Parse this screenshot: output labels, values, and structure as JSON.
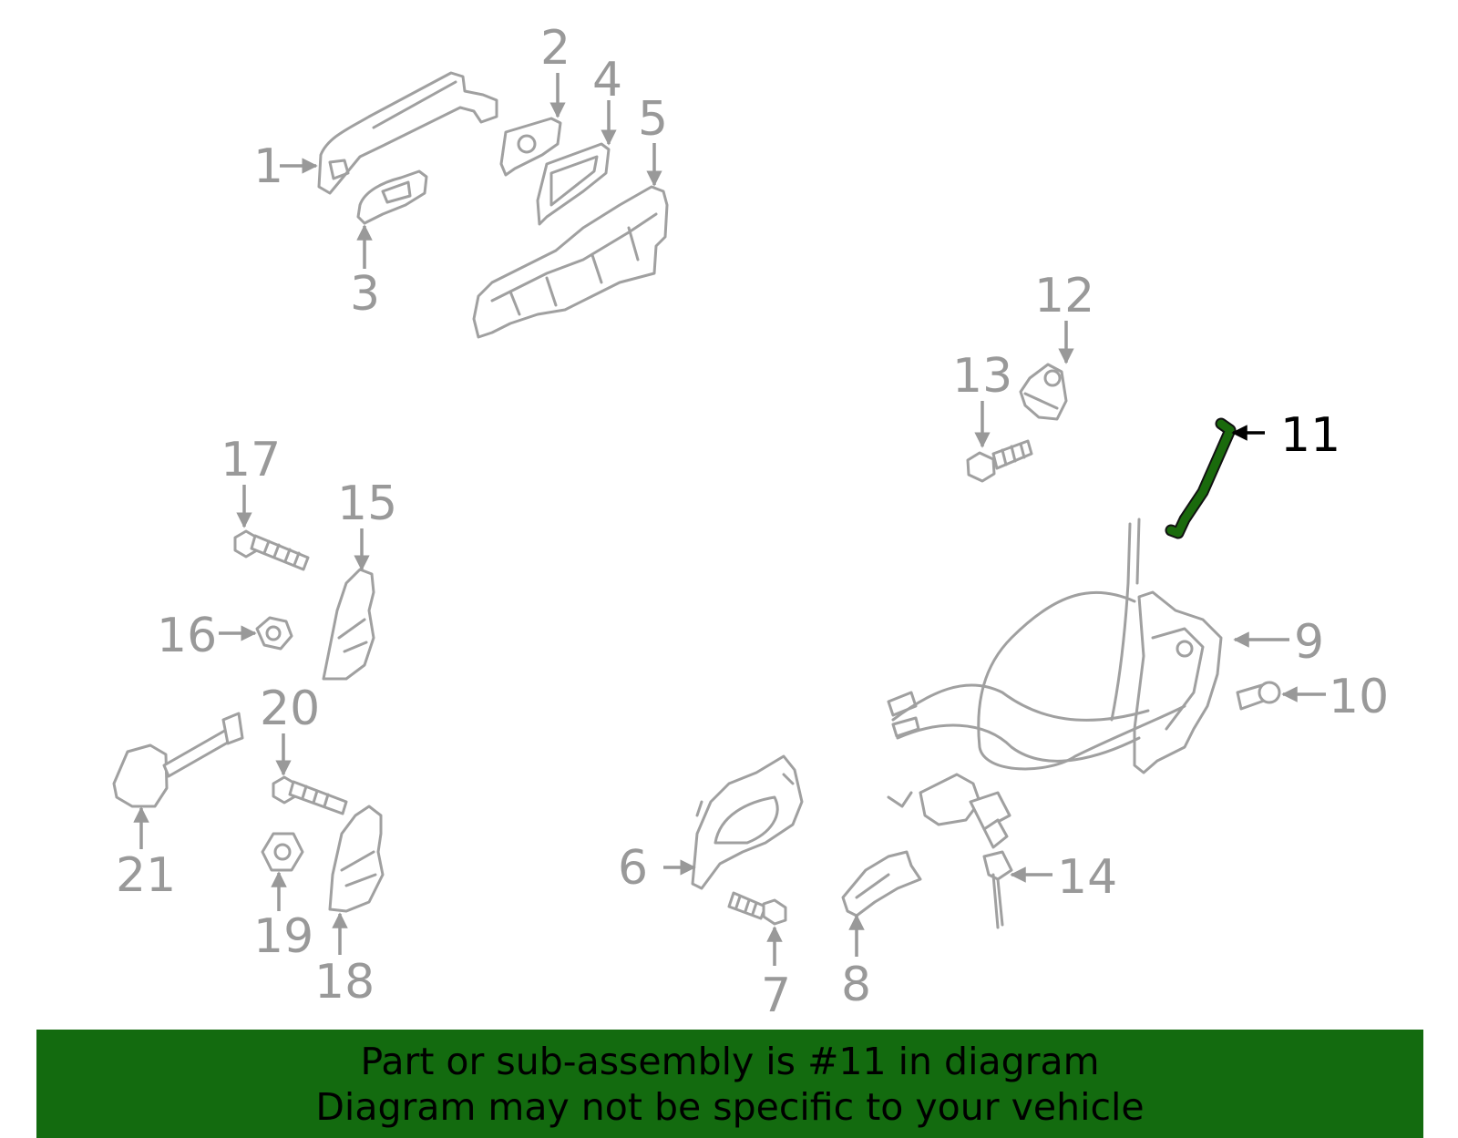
{
  "diagram": {
    "highlight_color": "#136b0f",
    "callouts": [
      "1",
      "2",
      "3",
      "4",
      "5",
      "6",
      "7",
      "8",
      "9",
      "10",
      "11",
      "12",
      "13",
      "14",
      "15",
      "16",
      "17",
      "18",
      "19",
      "20",
      "21"
    ],
    "selected": "11"
  },
  "banner": {
    "line1": "Part or sub-assembly is #11 in diagram",
    "line2": "Diagram may not be specific to your vehicle",
    "background": "#136b0f"
  }
}
